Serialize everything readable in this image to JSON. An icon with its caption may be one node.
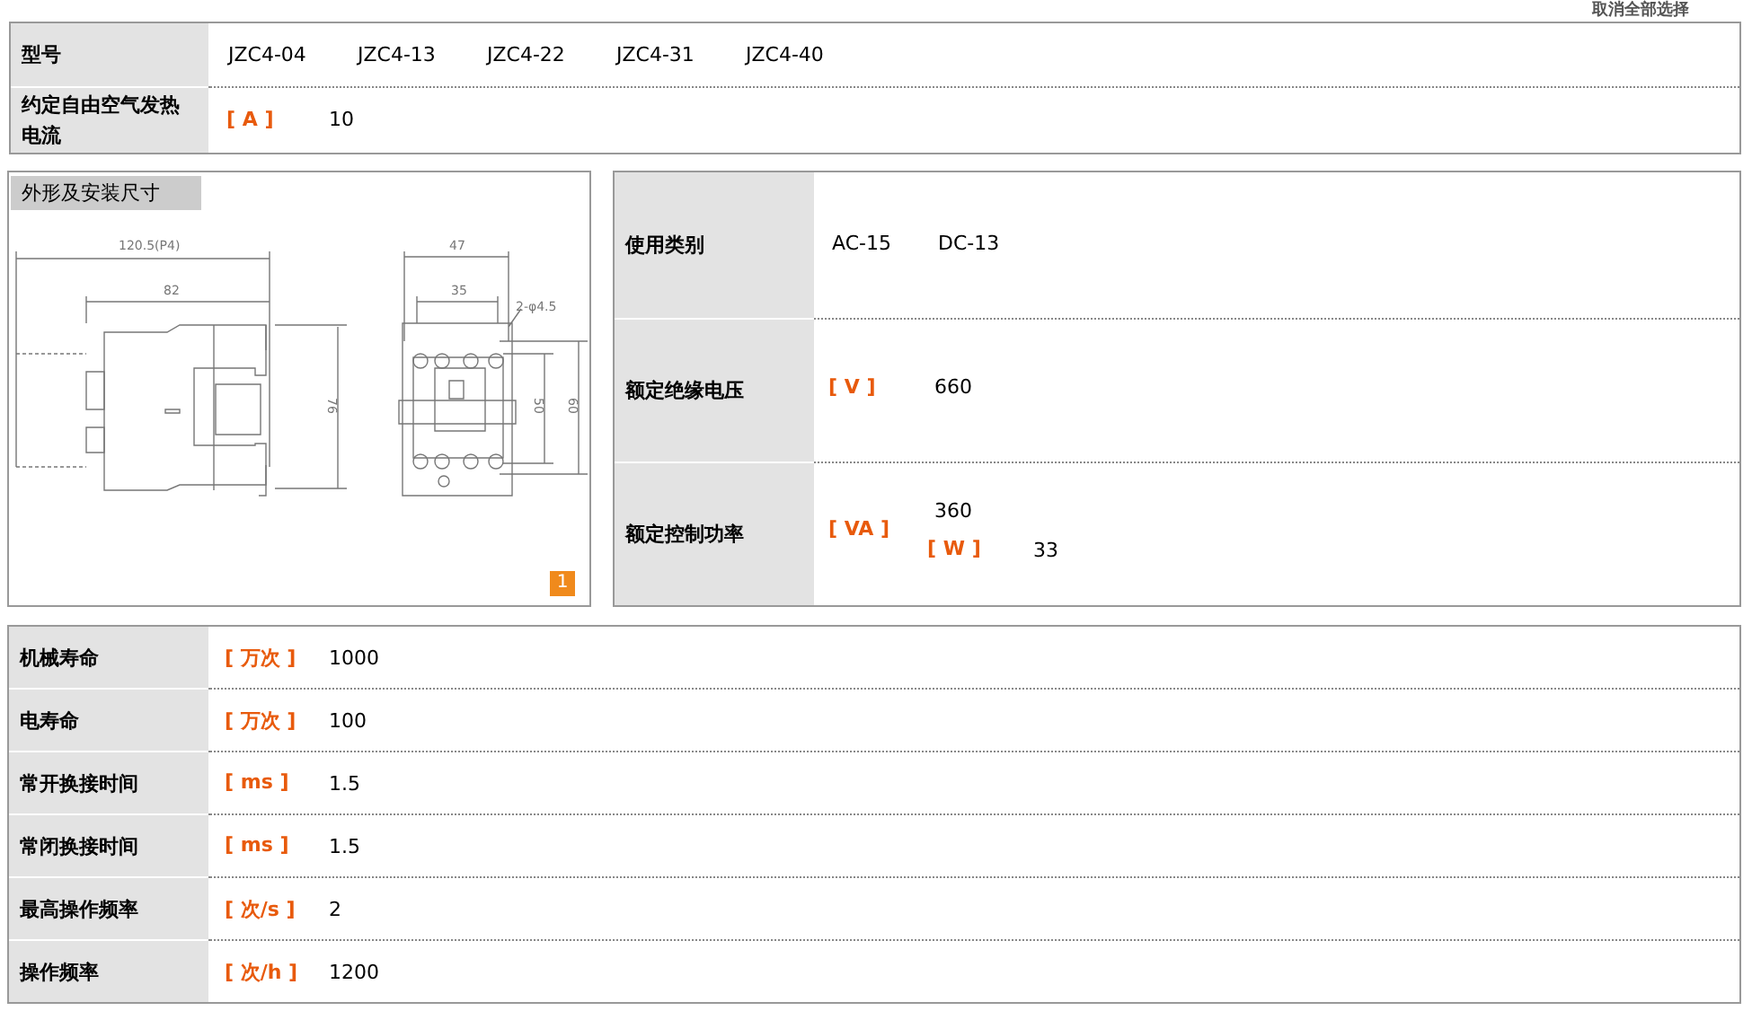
{
  "diagram": {
    "labels": [
      "取消全部选择",
      "型号",
      "JZC4-04",
      "JZC4-13",
      "JZC4-22",
      "JZC4-31",
      "JZC4-40",
      "约定自由空气发热电流",
      "[ A ]",
      "10",
      "外形及安装尺寸",
      "120.5(P4)",
      "82",
      "76",
      "47",
      "35",
      "2-φ4.5",
      "50",
      "60",
      "1",
      "使用类别",
      "AC-15",
      "DC-13",
      "额定绝缘电压",
      "[ V ]",
      "660",
      "额定控制功率",
      "[ VA ]",
      "360",
      "[ W ]",
      "33",
      "机械寿命",
      "[ 万次 ]",
      "1000",
      "电寿命",
      "[ 万次 ]",
      "100",
      "常开换接时间",
      "[ ms ]",
      "1.5",
      "常闭换接时间",
      "[ ms ]",
      "1.5",
      "最高操作频率",
      "[ 次/s ]",
      "2",
      "操作频率",
      "[ 次/h ]",
      "1200"
    ]
  }
}
